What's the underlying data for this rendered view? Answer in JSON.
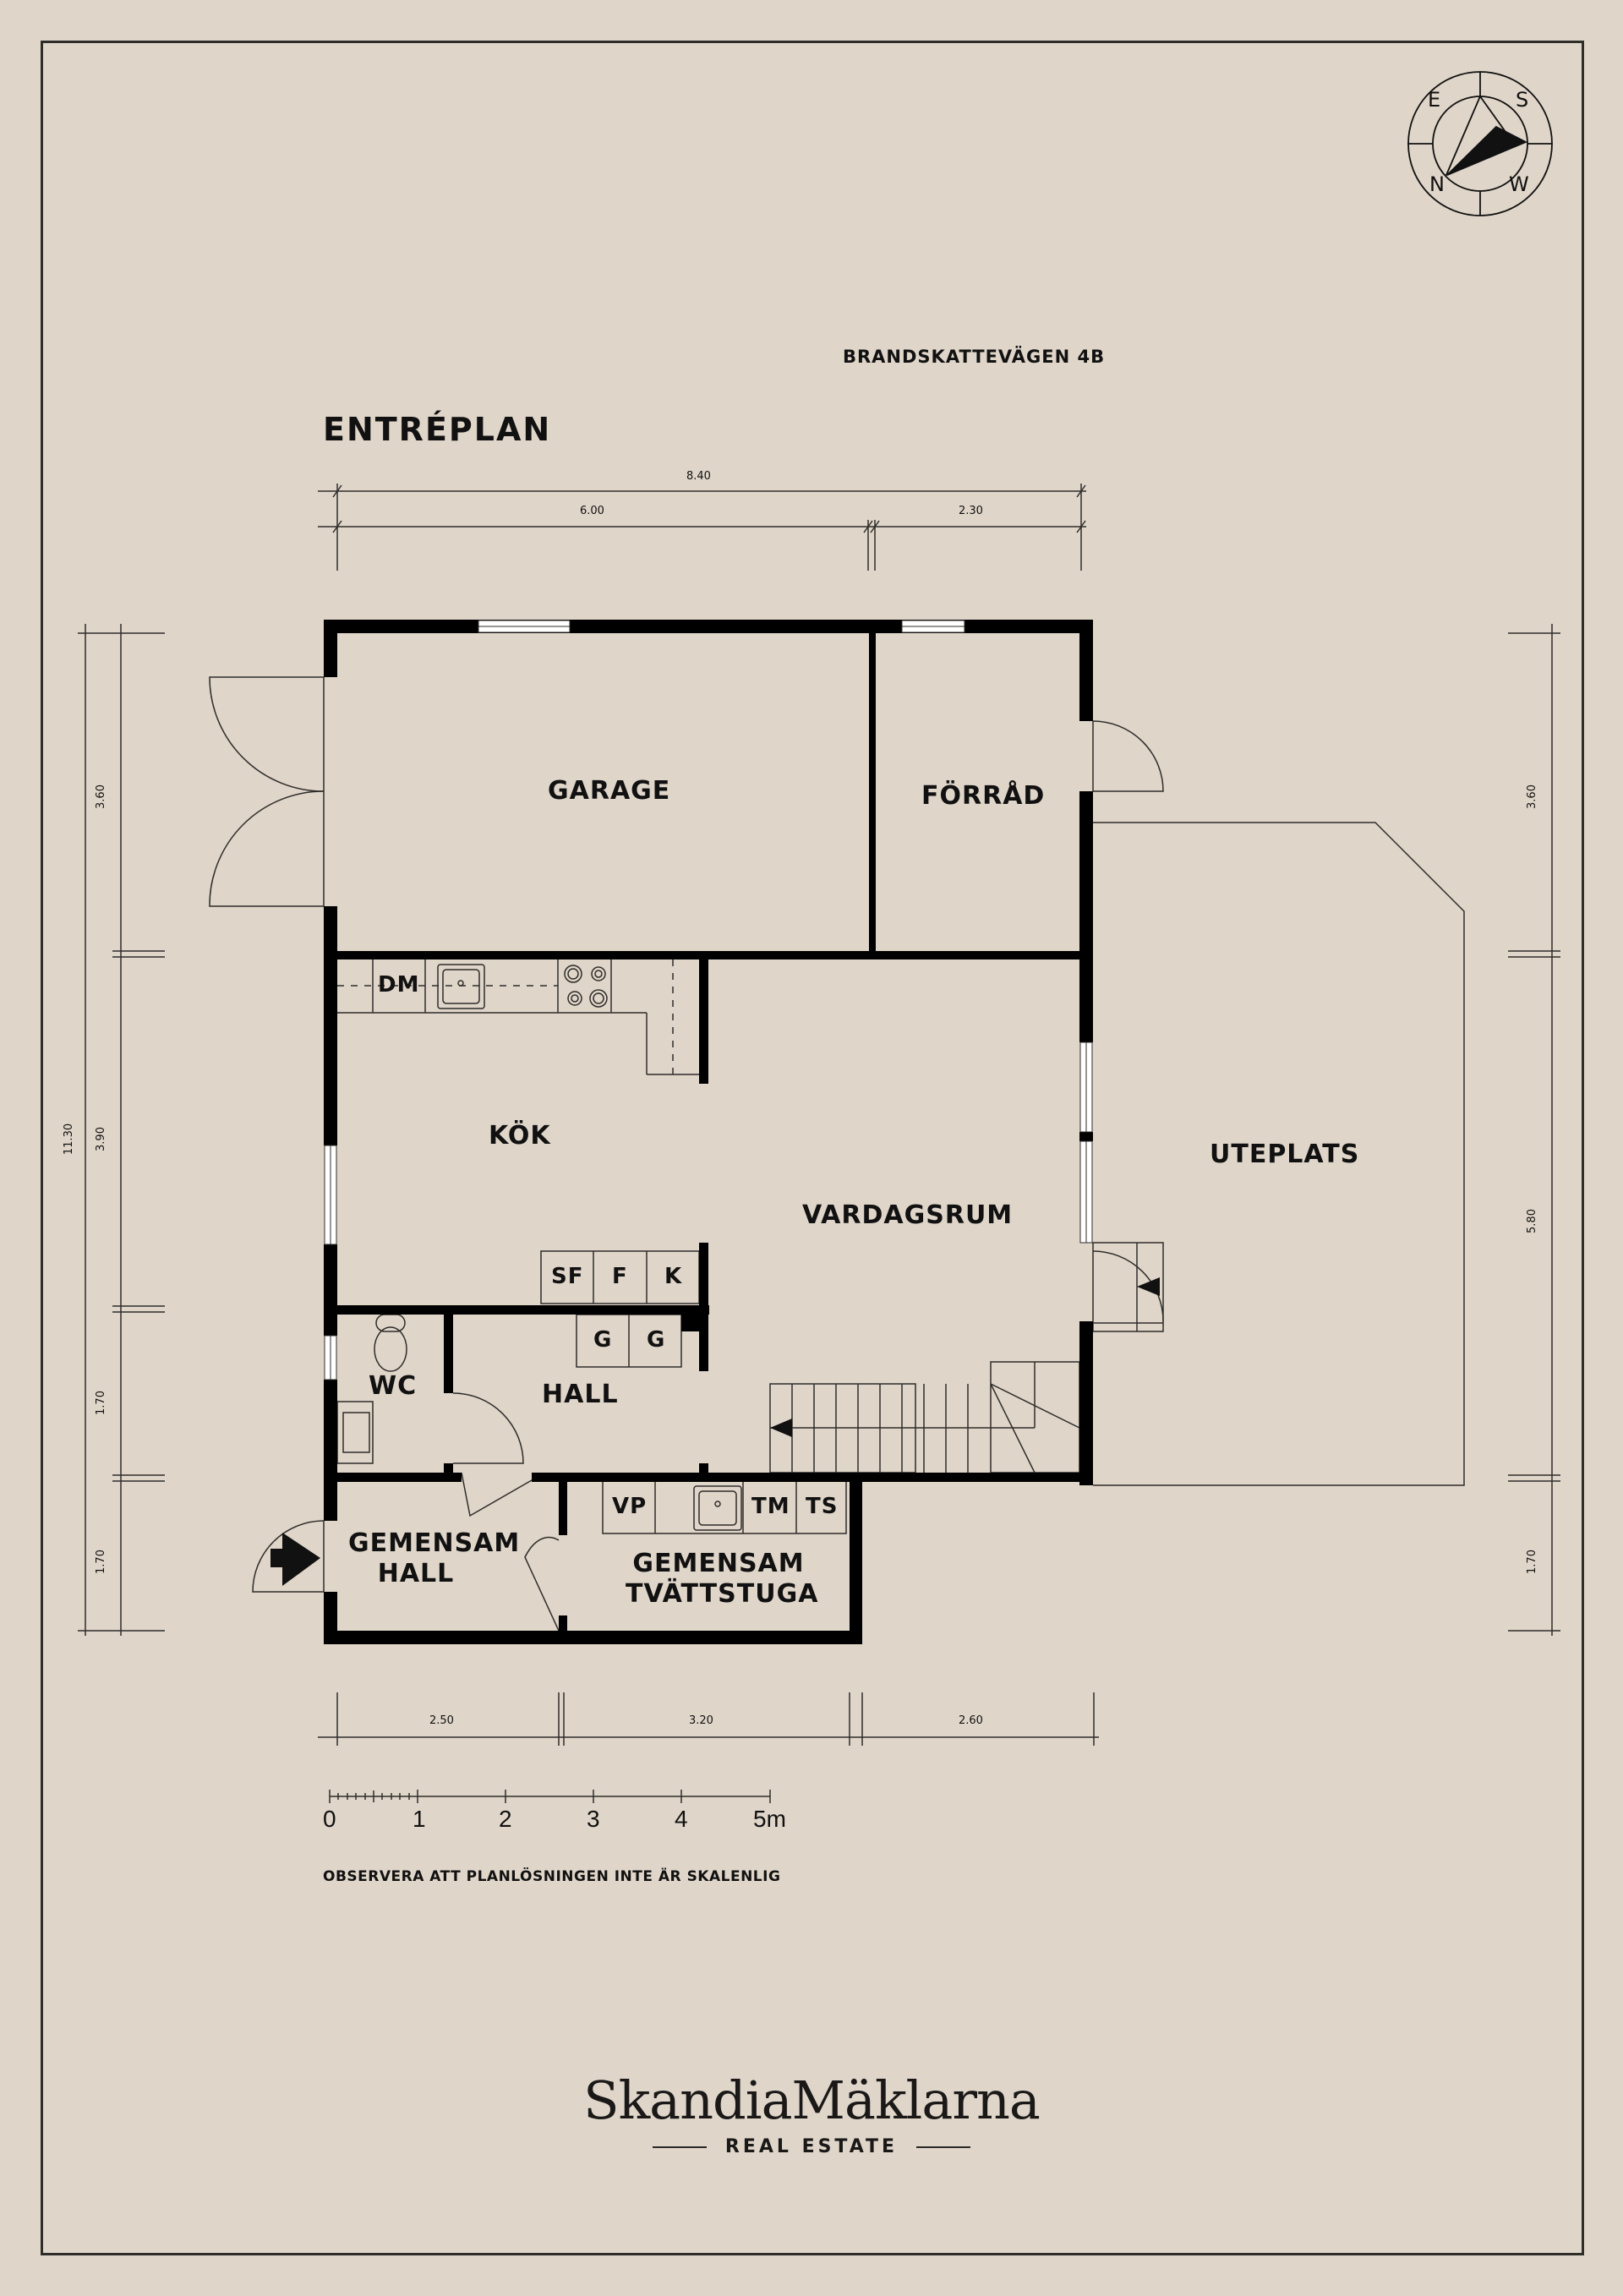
{
  "header": {
    "address": "BRANDSKATTEVÄGEN 4B",
    "floor_title": "ENTRÉPLAN"
  },
  "compass": {
    "labels": {
      "top_left": "E",
      "top_right": "S",
      "bottom_left": "N",
      "bottom_right": "W"
    }
  },
  "dimensions": {
    "top_total": "8.40",
    "top_left": "6.00",
    "top_right": "2.30",
    "bottom": [
      "2.50",
      "3.20",
      "2.60"
    ],
    "left_total": "11.30",
    "left": [
      "3.60",
      "3.90",
      "1.70",
      "1.70"
    ],
    "right": [
      "3.60",
      "5.80",
      "1.70"
    ]
  },
  "rooms": {
    "garage": "GARAGE",
    "forrad": "FÖRRÅD",
    "kok": "KÖK",
    "vardagsrum": "VARDAGSRUM",
    "uteplats": "UTEPLATS",
    "wc": "WC",
    "hall": "HALL",
    "gemensam_hall_1": "GEMENSAM",
    "gemensam_hall_2": "HALL",
    "tvattstuga_1": "GEMENSAM",
    "tvattstuga_2": "TVÄTTSTUGA"
  },
  "fixtures": {
    "dm": "DM",
    "sf": "SF",
    "f": "F",
    "k": "K",
    "g1": "G",
    "g2": "G",
    "vp": "VP",
    "tm": "TM",
    "ts": "TS"
  },
  "scale_bar": {
    "ticks": [
      "0",
      "1",
      "2",
      "3",
      "4",
      "5m"
    ]
  },
  "disclaimer": "OBSERVERA ATT PLANLÖSNINGEN INTE ÄR SKALENLIG",
  "brand": {
    "name": "SkandiaMäklarna",
    "tagline": "REAL ESTATE"
  },
  "colors": {
    "background": "#dfd5c9",
    "wall": "#000000",
    "line": "#2f2d2a",
    "window": "#ffffff"
  }
}
